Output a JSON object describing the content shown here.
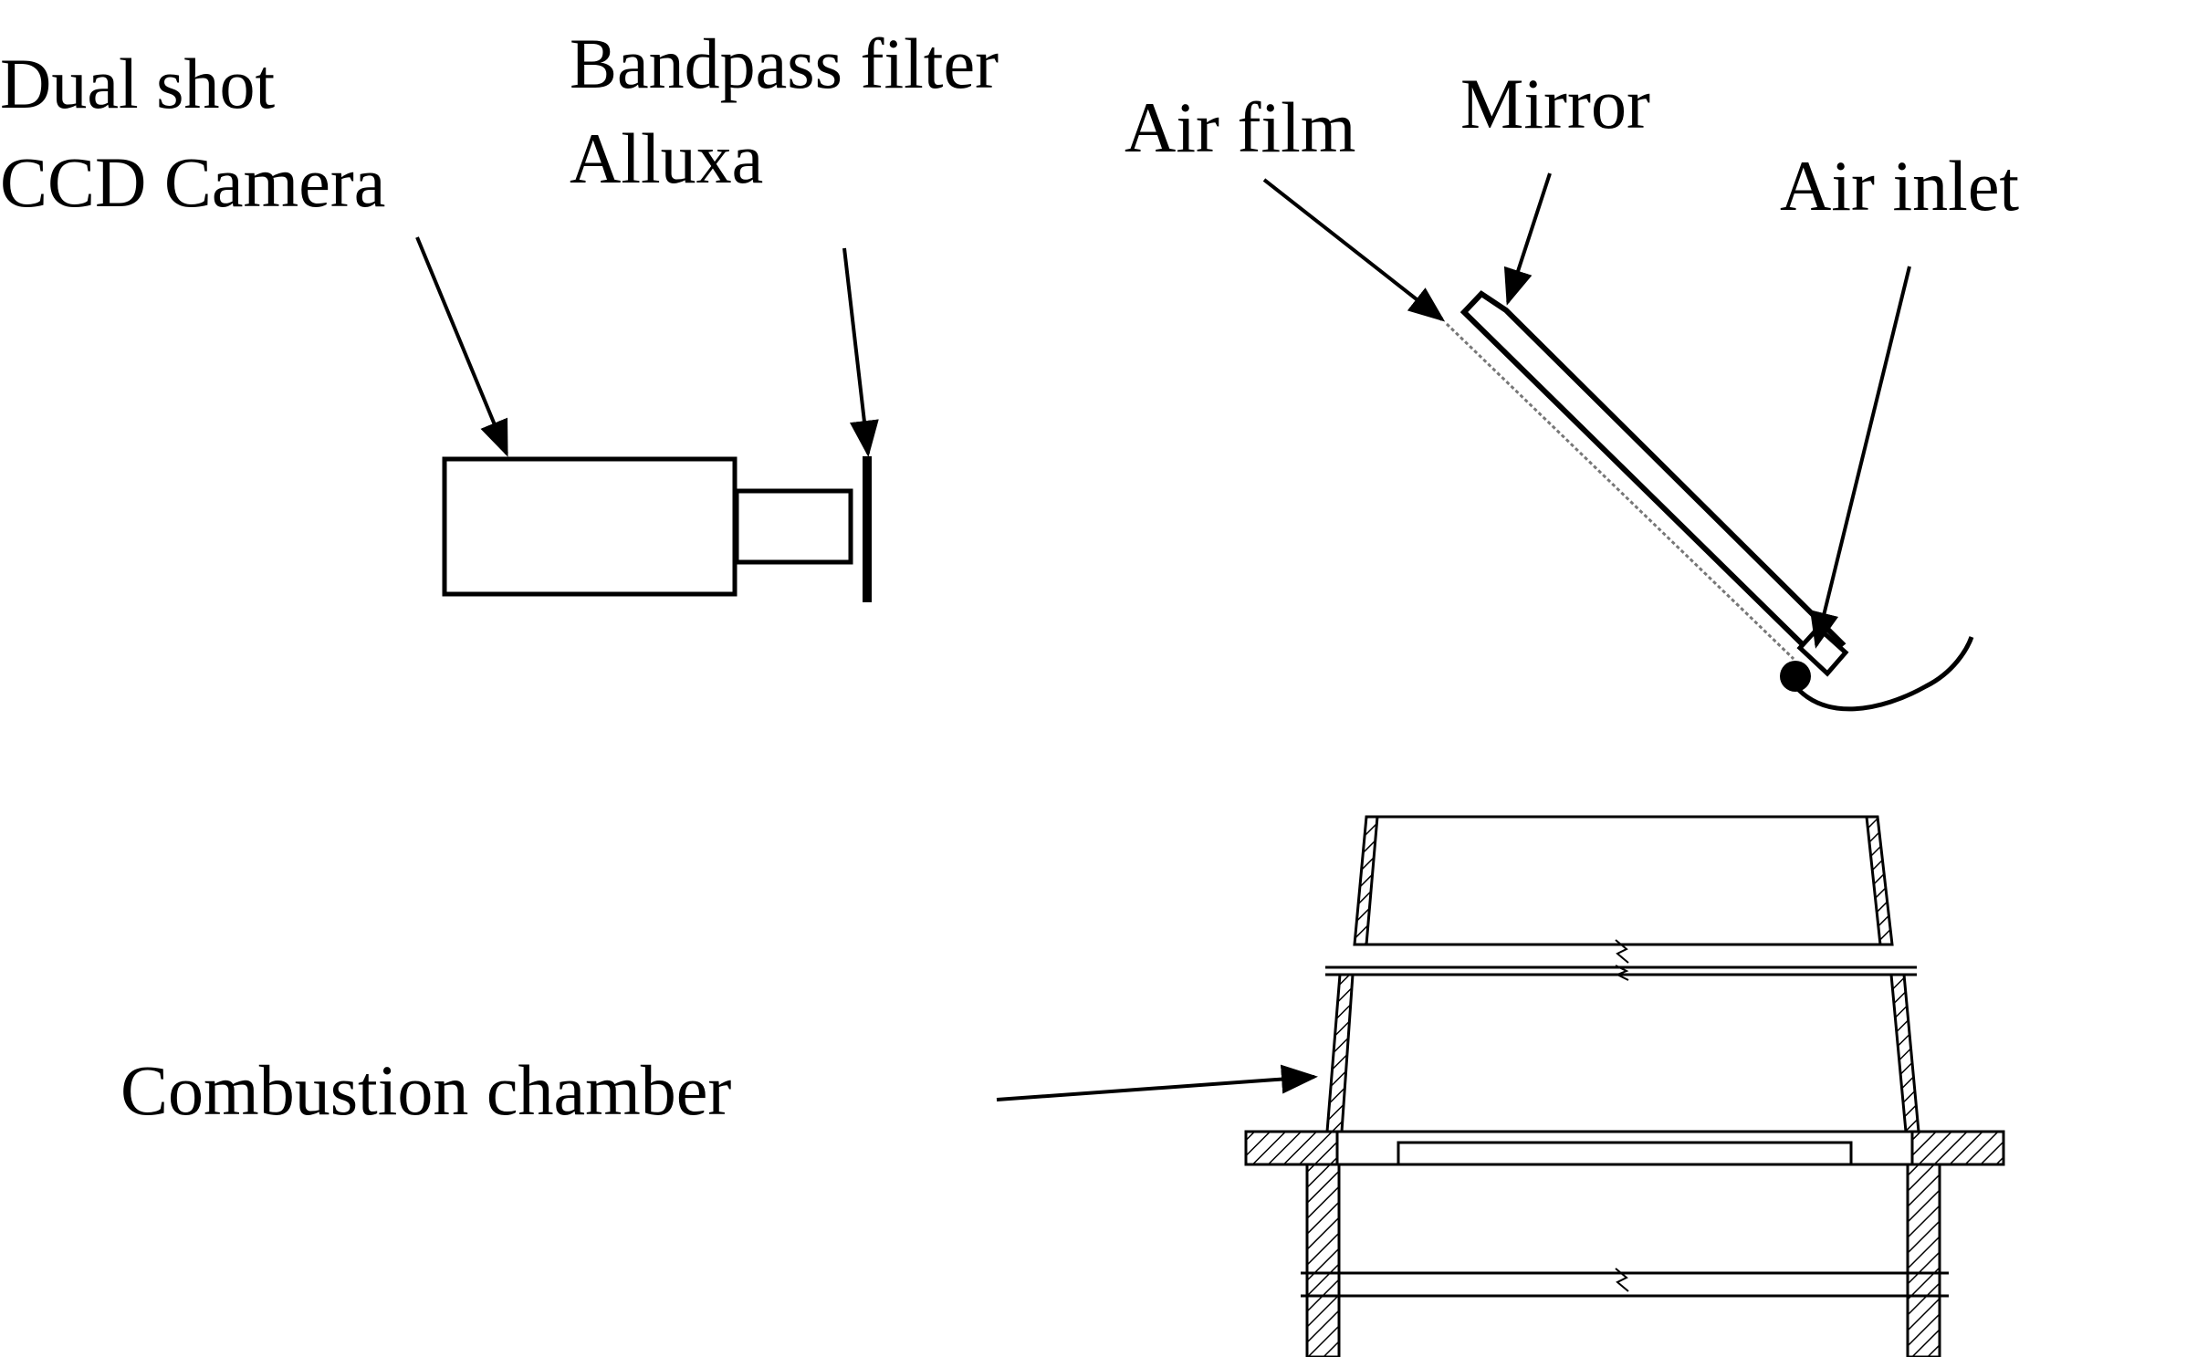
{
  "labels": {
    "camera_line1": "Dual shot",
    "camera_line2": "CCD Camera",
    "filter_line1": "Bandpass filter",
    "filter_line2": "Alluxa",
    "air_film": "Air film",
    "mirror": "Mirror",
    "air_inlet": "Air inlet",
    "combustion_chamber": "Combustion chamber"
  },
  "colors": {
    "ink": "#000000",
    "background": "#ffffff"
  }
}
